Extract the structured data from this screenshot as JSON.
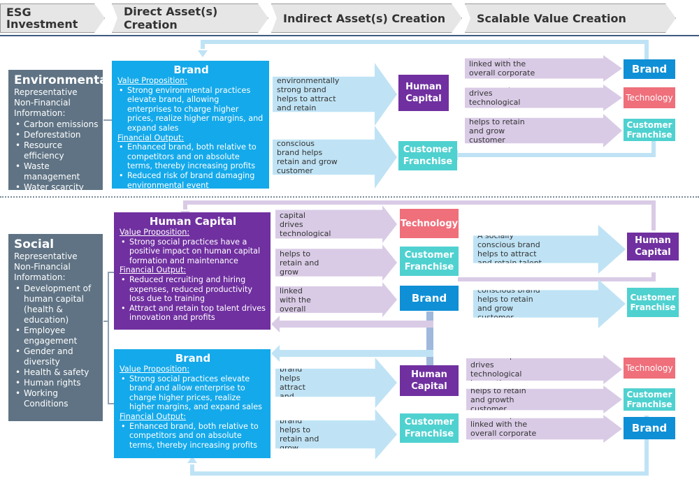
{
  "headers": {
    "esg_investment": "ESG Investment",
    "direct": "Direct Asset(s) Creation",
    "indirect": "Indirect Asset(s) Creation",
    "scalable": "Scalable Value Creation"
  },
  "environmental": {
    "title": "Environmental",
    "intro": "Representative Non-Financial Information:",
    "items": [
      "Carbon emissions",
      "Deforestation",
      "Resource efficiency",
      "Waste management",
      "Water scarcity"
    ],
    "brand_box": {
      "title": "Brand",
      "vp_label": "Value Proposition:",
      "vp_items": [
        "Strong environmental practices elevate brand, allowing enterprises to charge higher prices, realize higher margins, and expand sales"
      ],
      "fo_label": "Financial Output:",
      "fo_items": [
        "Enhanced brand, both relative to competitors and on absolute terms, thereby increasing profits",
        "Reduced risk of brand damaging environmental event"
      ]
    },
    "arrow_talent": "An environmentally strong brand helps to attract and retain talent",
    "arrow_franchise": "Environmentally conscious brand helps retain and grow customer franchises",
    "node_human_capital": "Human Capital",
    "node_customer_franchise": "Customer Franchise",
    "arrow_linked": "Human capital is linked with the overall corporate brand",
    "arrow_tech": "Human capital drives technological innovation",
    "arrow_retain": "Human capital helps to retain and grow customer franchises",
    "out_brand": "Brand",
    "out_technology": "Technology",
    "out_franchise": "Customer Franchise"
  },
  "social": {
    "title": "Social",
    "intro": "Representative Non-Financial Information:",
    "items": [
      "Development of human capital (health & education)",
      "Employee engagement",
      "Gender and diversity",
      "Health & safety",
      "Human rights",
      "Working Conditions"
    ],
    "hc_box": {
      "title": "Human Capital",
      "vp_label": "Value Proposition:",
      "vp_items": [
        "Strong social practices have a positive impact on human capital formation and maintenance"
      ],
      "fo_label": "Financial Output:",
      "fo_items": [
        "Reduced recruiting and hiring expenses, reduced productivity loss due to training",
        "Attract and retain top talent drives innovation and profits"
      ]
    },
    "hc_arrow_tech": "Human capital drives technological innovation",
    "hc_arrow_retain": "Human capital helps to retain and grow customer franchises",
    "hc_arrow_linked": "Human capital is linked with the overall corporate brand",
    "hc_node_technology": "Technology",
    "hc_node_franchise": "Customer Franchise",
    "hc_node_brand": "Brand",
    "right_arrow_talent": "A socially conscious brand helps to attract and retain talent",
    "right_arrow_franchise": "A socially conscious brand helps to retain and grow customer franchises",
    "right_node_hc": "Human Capital",
    "right_node_franchise": "Customer Franchise",
    "brand_box": {
      "title": "Brand",
      "vp_label": "Value Proposition:",
      "vp_items": [
        "Strong social practices elevate brand and allow enterprise to charge higher prices, realize higher margins, and expand sales"
      ],
      "fo_label": "Financial Output:",
      "fo_items": [
        "Enhanced brand, both relative to competitors and on absolute terms, thereby increasing profits"
      ]
    },
    "br_arrow_talent": "A socially conscious brand helps attract and retain talent",
    "br_arrow_franchise": "A socially conscious brand helps to retain and grow customer franchises",
    "br_node_hc": "Human Capital",
    "br_node_franchise": "Customer Franchise",
    "br_arrow_tech": "Human capital drives technological innovation",
    "br_arrow_retain": "Human capital helps to retain and growth customer franchises",
    "br_arrow_linked": "Human capital is linked with the overall corporate brand",
    "br_out_technology": "Technology",
    "br_out_franchise": "Customer Franchise",
    "br_out_brand": "Brand"
  }
}
